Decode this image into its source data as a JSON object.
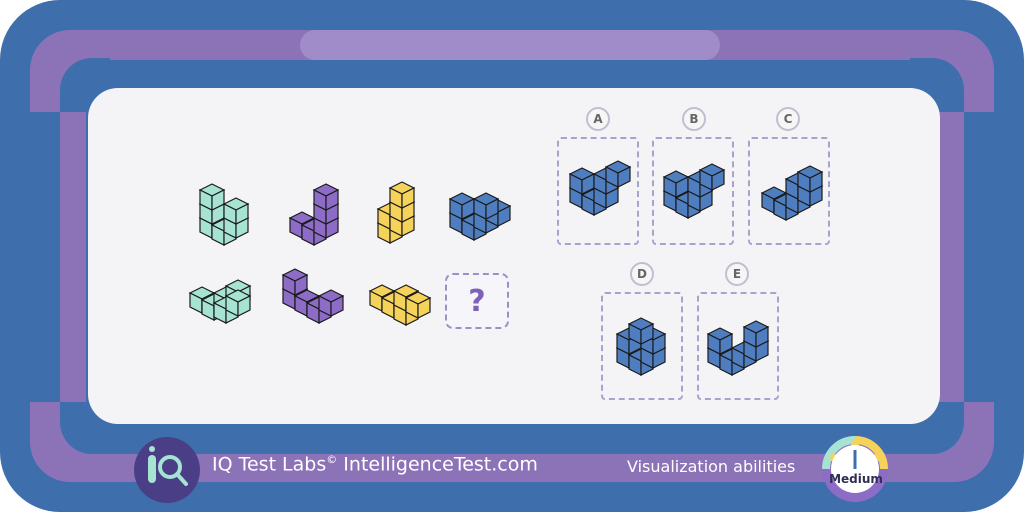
{
  "brand": {
    "name": "IQ Test Labs",
    "mark": "©",
    "site": "IntelligenceTest.com"
  },
  "category": "Visualization abilities",
  "difficulty": "Medium",
  "question_mark": "?",
  "options": [
    "A",
    "B",
    "C",
    "D",
    "E"
  ],
  "colors": {
    "frame_outer": "#3e6eab",
    "frame_purple": "#8e74b7",
    "panel": "#f4f4f6",
    "teal": "#a6e3d3",
    "purple": "#8c6cc6",
    "yellow": "#f5d35a",
    "blue": "#4f7ec0"
  },
  "icons": [
    "magnifier-logo-icon",
    "difficulty-gauge-icon"
  ]
}
